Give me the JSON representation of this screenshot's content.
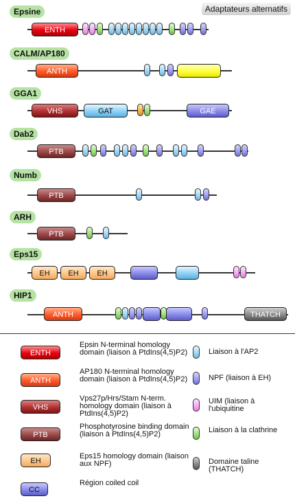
{
  "header": {
    "alt_label": "Adaptateurs alternatifs"
  },
  "proteins": [
    {
      "name": "Epsine",
      "domains": [
        {
          "label": "ENTH",
          "color": "red"
        }
      ]
    },
    {
      "name": "CALM/AP180",
      "domains": [
        {
          "label": "ANTH",
          "color": "orange"
        }
      ]
    },
    {
      "name": "GGA1",
      "domains": [
        {
          "label": "VHS",
          "color": "maroon"
        },
        {
          "label": "GAT",
          "color": "lblue"
        },
        {
          "label": "GAE",
          "color": "cc"
        }
      ]
    },
    {
      "name": "Dab2",
      "domains": [
        {
          "label": "PTB",
          "color": "brown"
        }
      ]
    },
    {
      "name": "Numb",
      "domains": [
        {
          "label": "PTB",
          "color": "brown"
        }
      ]
    },
    {
      "name": "ARH",
      "domains": [
        {
          "label": "PTB",
          "color": "brown"
        }
      ]
    },
    {
      "name": "Eps15",
      "domains": [
        {
          "label": "EH",
          "color": "peach"
        },
        {
          "label": "EH",
          "color": "peach"
        },
        {
          "label": "EH",
          "color": "peach"
        }
      ]
    },
    {
      "name": "HIP1",
      "domains": [
        {
          "label": "ANTH",
          "color": "orange"
        },
        {
          "label": "THATCH",
          "color": "grey"
        }
      ]
    }
  ],
  "legend": {
    "domains": [
      {
        "label": "ENTH",
        "desc": "Epsin N-terminal homology domain (liaison à PtdIns(4,5)P2)"
      },
      {
        "label": "ANTH",
        "desc": "AP180 N-terminal homology domain (liaison à PtdIns(4,5)P2)"
      },
      {
        "label": "VHS",
        "desc": "Vps27p/Hrs/Stam N-term. homology domain (liaison à PtdIns(4,5)P2)"
      },
      {
        "label": "PTB",
        "desc": "Phosphotyrosine binding domain (liaison à PtdIns(4,5)P2)"
      },
      {
        "label": "EH",
        "desc": "Eps15 homology domain (liaison aux NPF)"
      },
      {
        "label": "CC",
        "desc": "Région coiled coil"
      }
    ],
    "motifs": [
      {
        "desc": "Liaison à l'AP2",
        "color": "blue"
      },
      {
        "desc": "NPF (liaison à EH)",
        "color": "purple"
      },
      {
        "desc": "UIM (liaison à l'ubiquitine",
        "color": "pink"
      },
      {
        "desc": "Liaison à la clathrine",
        "color": "green"
      },
      {
        "desc": "Domaine taline (THATCH)",
        "color": "grey"
      }
    ]
  }
}
